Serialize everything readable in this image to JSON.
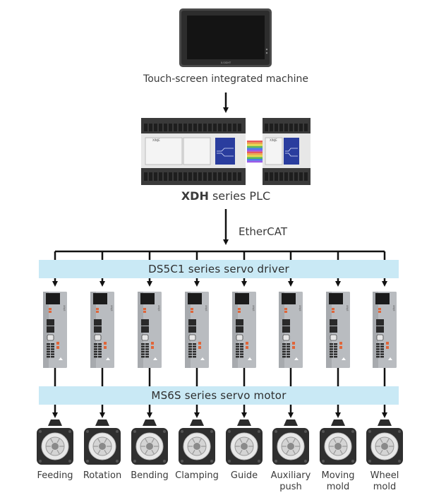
{
  "touchscreen": {
    "label": "Touch-screen integrated machine",
    "brand": "X-SIGHT"
  },
  "plc": {
    "label_prefix": "XDH",
    "label_suffix": " series PLC",
    "tag_main": "XINJE",
    "tag_ext": "XINJE"
  },
  "network": {
    "label": "EtherCAT"
  },
  "driver_band": {
    "label": "DS5C1 series servo driver"
  },
  "motor_band": {
    "label": "MS6S series servo motor"
  },
  "driver_tag": "XINJE",
  "axes": [
    {
      "name": "Feeding"
    },
    {
      "name": "Rotation"
    },
    {
      "name": "Bending"
    },
    {
      "name": "Clamping"
    },
    {
      "name": "Guide"
    },
    {
      "name": "Auxiliary push"
    },
    {
      "name": "Moving mold"
    },
    {
      "name": "Wheel mold"
    }
  ],
  "colors": {
    "band": "#c9e9f5",
    "plc_blue": "#2a3d9e",
    "cable_stripes": [
      "#e85a5a",
      "#e8a74a",
      "#e8d94a",
      "#5ab85a",
      "#4a7de8",
      "#9a5ae8"
    ]
  }
}
